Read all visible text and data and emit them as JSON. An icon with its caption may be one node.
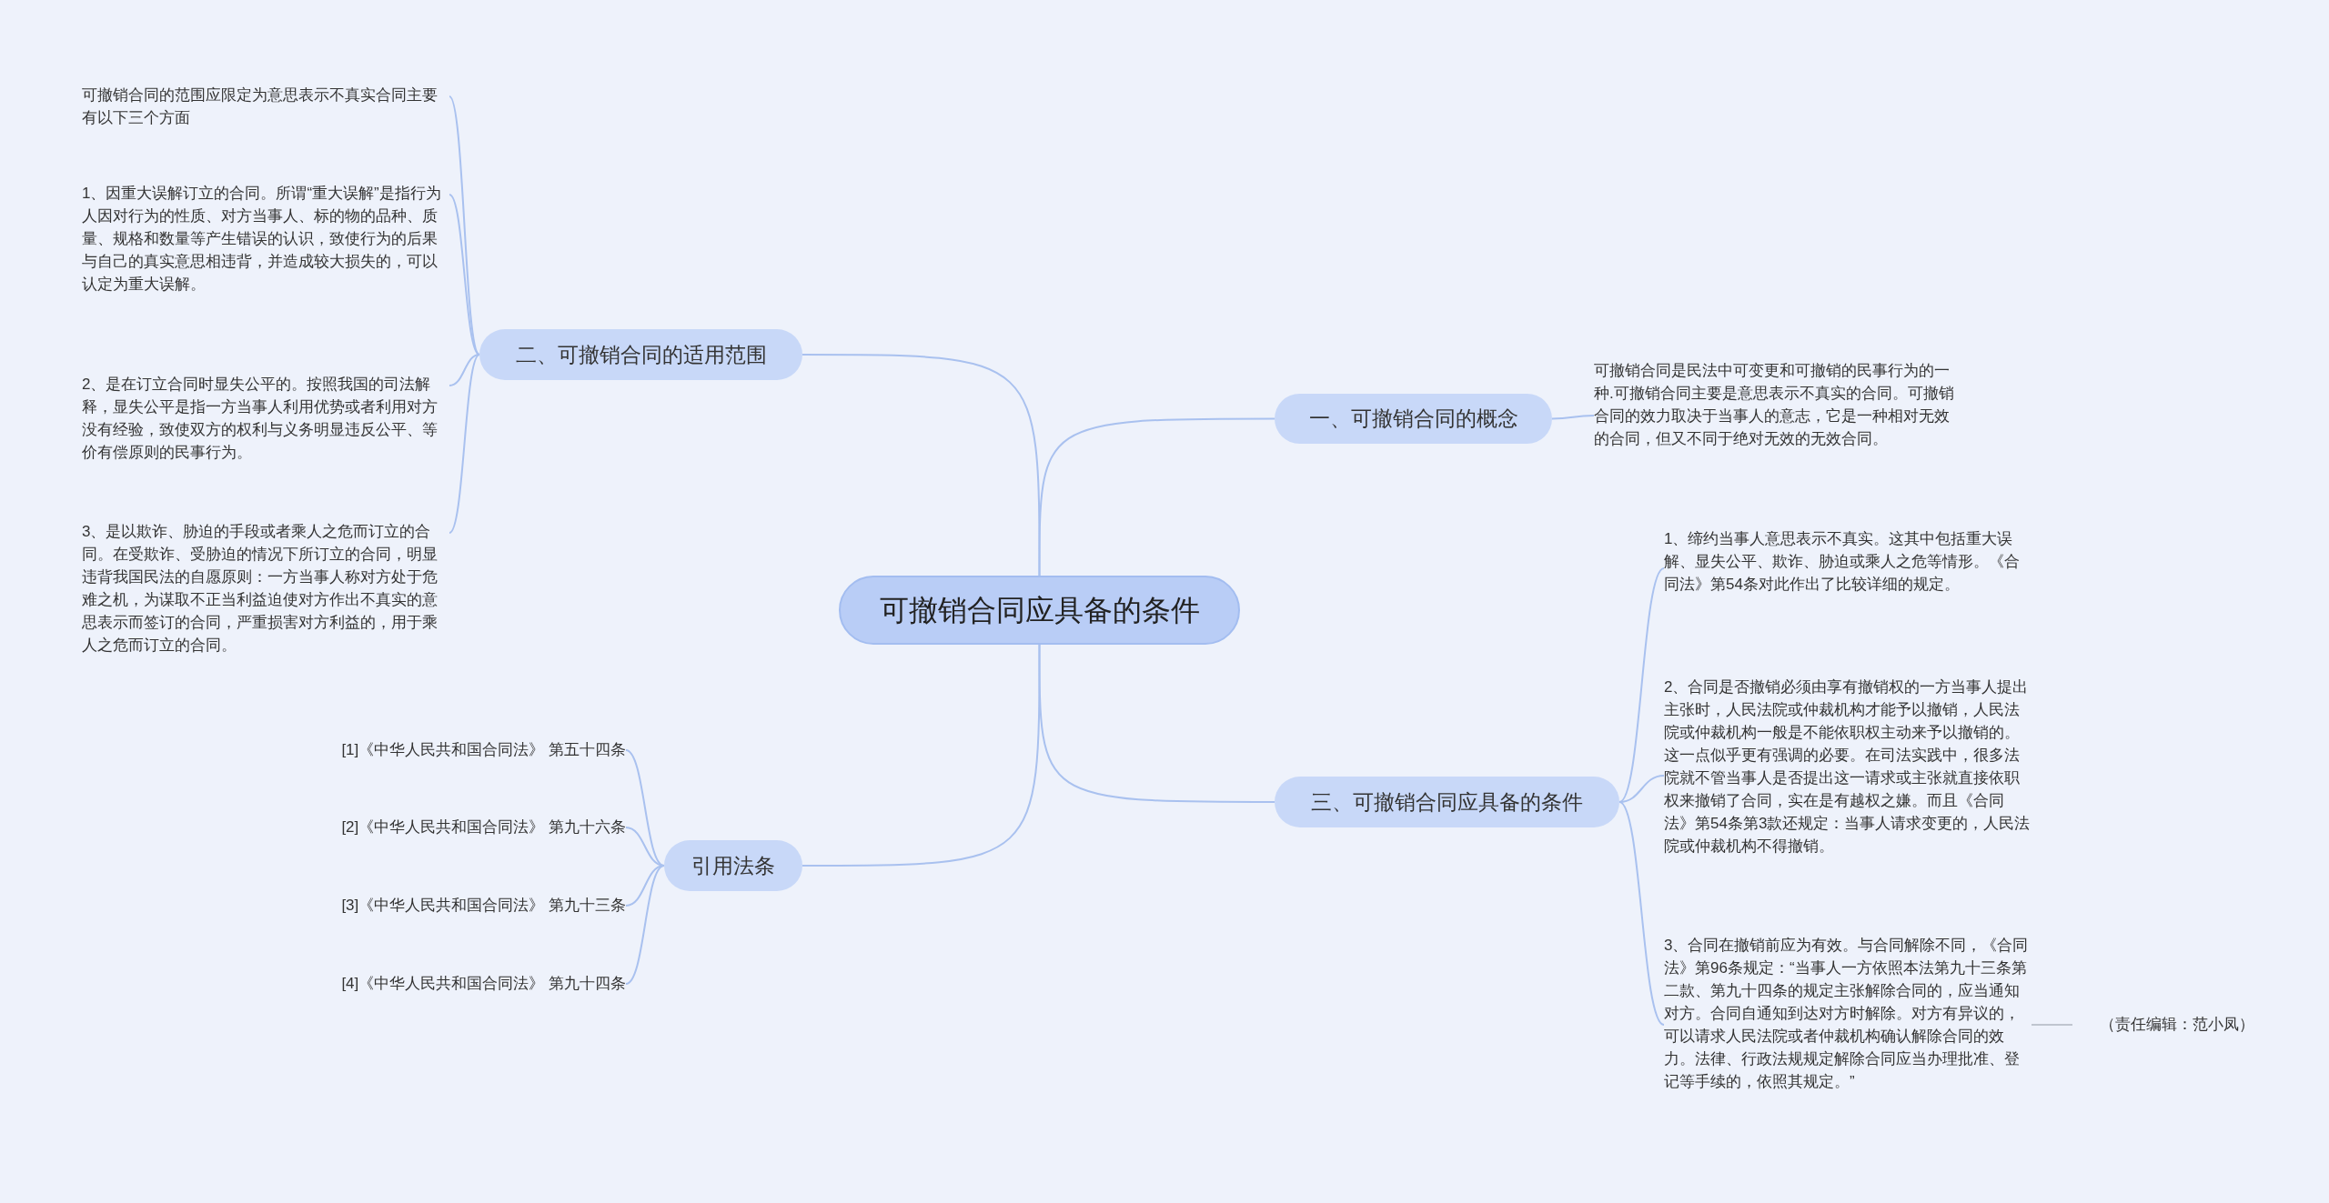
{
  "diagram": {
    "nodes": [
      {
        "text": [
          "可撤销合同应具备的条件"
        ]
      },
      {
        "text": [
          "二、可撤销合同的适用范围"
        ]
      },
      {
        "text": [
          "可撤销合同的范围应限定为意思表示不真实合同主要有以下三个方面"
        ]
      },
      {
        "text": [
          "1、因重大误解订立的合同。所谓“重大误解”是指行为人因对行为的性质、对方当事人、标的物的品种、质量、规格和数量等产生错误的认识，致使行为的后果与自己的真实意思相违背，并造成较大损失的，可以认定为重大误解。"
        ]
      },
      {
        "text": [
          "2、是在订立合同时显失公平的。按照我国的司法解释，显失公平是指一方当事人利用优势或者利用对方没有经验，致使双方的权利与义务明显违反公平、等价有偿原则的民事行为。"
        ]
      },
      {
        "text": [
          "3、是以欺诈、胁迫的手段或者乘人之危而订立的合同。在受欺诈、受胁迫的情况下所订立的合同，明显违背我国民法的自愿原则：一方当事人称对方处于危难之机，为谋取不正当利益迫使对方作出不真实的意思表示而签订的合同，严重损害对方利益的，用于乘人之危而订立的合同。"
        ]
      },
      {
        "text": [
          "引用法条"
        ]
      },
      {
        "text": [
          "[1]《中华人民共和国合同法》 第五十四条"
        ]
      },
      {
        "text": [
          "[2]《中华人民共和国合同法》 第九十六条"
        ]
      },
      {
        "text": [
          "[3]《中华人民共和国合同法》 第九十三条"
        ]
      },
      {
        "text": [
          "[4]《中华人民共和国合同法》 第九十四条"
        ]
      },
      {
        "text": [
          "一、可撤销合同的概念"
        ]
      },
      {
        "text": [
          "可撤销合同是民法中可变更和可撤销的民事行为的一种.可撤销合同主要是意思表示不真实的合同。可撤销合同的效力取决于当事人的意志，它是一种相对无效的合同，但又不同于绝对无效的无效合同。"
        ]
      },
      {
        "text": [
          "三、可撤销合同应具备的条件"
        ]
      },
      {
        "text": [
          "1、缔约当事人意思表示不真实。这其中包括重大误解、显失公平、欺诈、胁迫或乘人之危等情形。《合同法》第54条对此作出了比较详细的规定。"
        ]
      },
      {
        "text": [
          "2、合同是否撤销必须由享有撤销权的一方当事人提出主张时，人民法院或仲裁机构才能予以撤销，人民法院或仲裁机构一般是不能依职权主动来予以撤销的。这一点似乎更有强调的必要。在司法实践中，很多法院就不管当事人是否提出这一请求或主张就直接依职权来撤销了合同，实在是有越权之嫌。而且《合同法》第54条第3款还规定：当事人请求变更的，人民法院或仲裁机构不得撤销。"
        ]
      },
      {
        "text": [
          "3、合同在撤销前应为有效。与合同解除不同，《合同法》第96条规定：“当事人一方依照本法第九十三条第二款、第九十四条的规定主张解除合同的，应当通知对方。合同自通知到达对方时解除。对方有异议的，可以请求人民法院或者仲裁机构确认解除合同的效力。法律、行政法规规定解除合同应当办理批准、登记等手续的，依照其规定。”"
        ]
      },
      {
        "text": [
          "（责任编辑：范小凤）"
        ]
      }
    ],
    "edges": [
      {
        "from": 0,
        "to": 1,
        "arrow": "none"
      },
      {
        "from": 1,
        "to": 2,
        "arrow": "none"
      },
      {
        "from": 1,
        "to": 3,
        "arrow": "none"
      },
      {
        "from": 1,
        "to": 4,
        "arrow": "none"
      },
      {
        "from": 1,
        "to": 5,
        "arrow": "none"
      },
      {
        "from": 0,
        "to": 6,
        "arrow": "none"
      },
      {
        "from": 6,
        "to": 7,
        "arrow": "none"
      },
      {
        "from": 6,
        "to": 8,
        "arrow": "none"
      },
      {
        "from": 6,
        "to": 9,
        "arrow": "none"
      },
      {
        "from": 6,
        "to": 10,
        "arrow": "none"
      },
      {
        "from": 0,
        "to": 11,
        "arrow": "none"
      },
      {
        "from": 11,
        "to": 12,
        "arrow": "none"
      },
      {
        "from": 0,
        "to": 13,
        "arrow": "none"
      },
      {
        "from": 13,
        "to": 14,
        "arrow": "none"
      },
      {
        "from": 13,
        "to": 15,
        "arrow": "none"
      },
      {
        "from": 13,
        "to": 16,
        "arrow": "none"
      },
      {
        "from": 16,
        "to": 17,
        "arrow": "none",
        "color": "#bfc5cf"
      }
    ]
  }
}
